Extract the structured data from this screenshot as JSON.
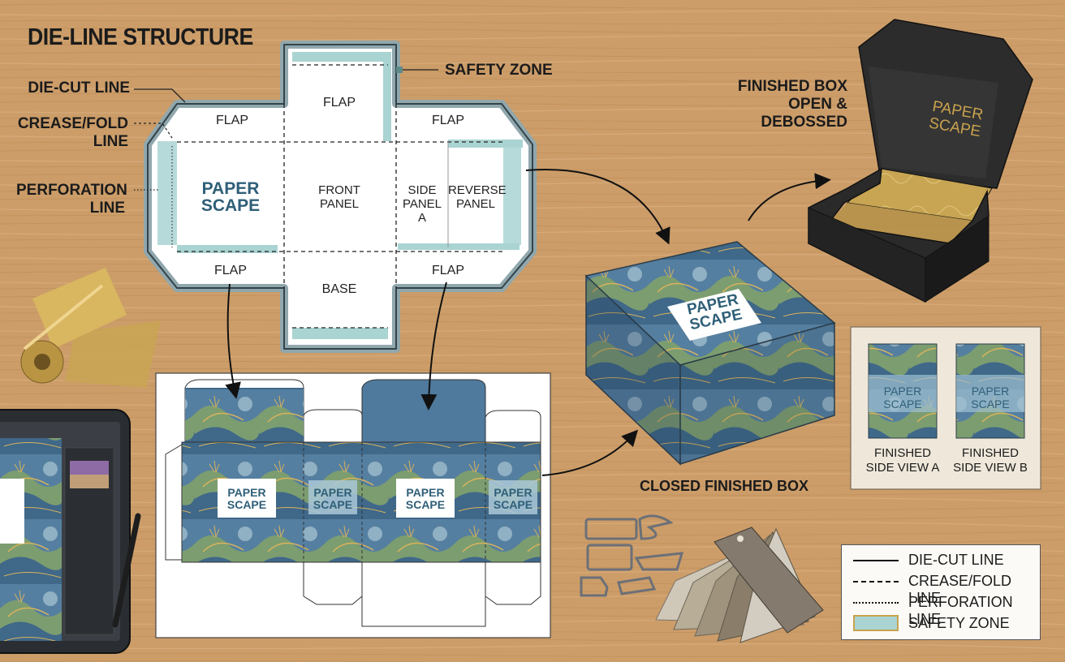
{
  "title": "DIE-LINE STRUCTURE",
  "callouts": {
    "die_cut": "DIE-CUT LINE",
    "crease_1": "CREASE/FOLD",
    "crease_2": "LINE",
    "perf_1": "PERFORATION",
    "perf_2": "LINE",
    "safety": "SAFETY ZONE"
  },
  "dieline_panels": {
    "flap": "FLAP",
    "brand_1": "PAPER",
    "brand_2": "SCAPE",
    "front_1": "FRONT",
    "front_2": "PANEL",
    "side_1": "SIDE",
    "side_2": "PANEL",
    "side_3": "A",
    "reverse_1": "REVERSE",
    "reverse_2": "PANEL",
    "base": "BASE"
  },
  "finished_open": {
    "line1": "FINISHED BOX",
    "line2": "OPEN &",
    "line3": "DEBOSSED"
  },
  "closed_box_label": "CLOSED FINISHED BOX",
  "brand": {
    "line1": "PAPER",
    "line2": "SCAPE"
  },
  "side_views": [
    {
      "line1": "FINISHED",
      "line2": "SIDE VIEW A"
    },
    {
      "line1": "FINISHED",
      "line2": "SIDE VIEW B"
    }
  ],
  "legend": [
    {
      "label": "DIE-CUT LINE",
      "style": "solid"
    },
    {
      "label": "CREASE/FOLD LINE",
      "style": "dashed"
    },
    {
      "label": "PERFORATION LINE",
      "style": "dotted"
    },
    {
      "label": "SAFETY ZONE",
      "style": "zone"
    }
  ],
  "colors": {
    "wood": "#c99a66",
    "safety_zone": "#a9d4d2",
    "print_blue": "#4f7a9e",
    "print_green": "#7a9b6a",
    "brand_text": "#2f5f78",
    "gold": "#c9a24e",
    "box_black": "#2a2a2a"
  }
}
